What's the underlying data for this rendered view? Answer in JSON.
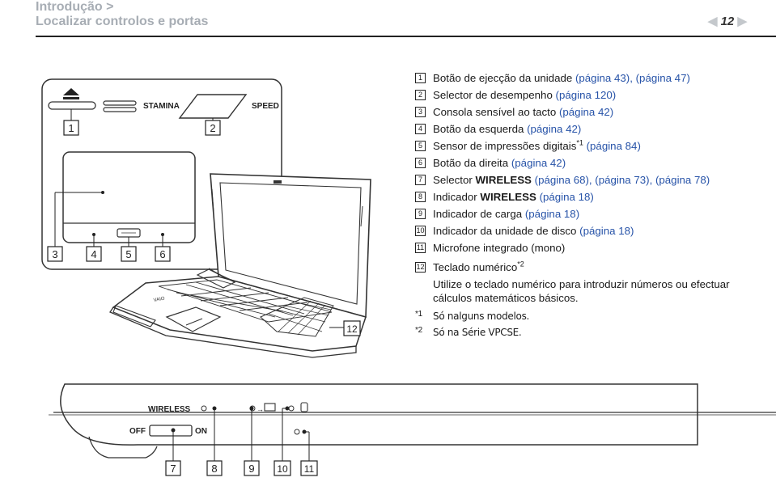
{
  "header": {
    "breadcrumb_parent": "Introdução >",
    "breadcrumb_current": "Localizar controlos e portas",
    "page_number": "12",
    "prev_arrow": "◀",
    "next_arrow": "▶"
  },
  "legend": [
    {
      "num": "1",
      "text": "Botão de ejecção da unidade",
      "links": "(página 43), (página 47)"
    },
    {
      "num": "2",
      "text": "Selector de desempenho",
      "links": "(página 120)"
    },
    {
      "num": "3",
      "text": "Consola sensível ao tacto",
      "links": "(página 42)"
    },
    {
      "num": "4",
      "text": "Botão da esquerda",
      "links": "(página 42)"
    },
    {
      "num": "5",
      "text": "Sensor de impressões digitais",
      "sup": "*1",
      "links": "(página 84)"
    },
    {
      "num": "6",
      "text": "Botão da direita",
      "links": "(página 42)"
    },
    {
      "num": "7",
      "text_pre": "Selector ",
      "text_bold": "WIRELESS",
      "links": "(página 68), (página 73), (página 78)"
    },
    {
      "num": "8",
      "text_pre": "Indicador ",
      "text_bold": "WIRELESS",
      "links": "(página 18)"
    },
    {
      "num": "9",
      "text": "Indicador de carga",
      "links": "(página 18)"
    },
    {
      "num": "10",
      "text": "Indicador da unidade de disco",
      "links": "(página 18)"
    },
    {
      "num": "11",
      "text": "Microfone integrado (mono)"
    },
    {
      "num": "12",
      "text": "Teclado numérico",
      "sup": "*2"
    }
  ],
  "note_12": "Utilize o teclado numérico para introduzir números ou efectuar cálculos matemáticos básicos.",
  "footnotes": [
    {
      "mark": "*1",
      "text": "Só nalguns modelos."
    },
    {
      "mark": "*2",
      "text": "Só na Série VPCSE."
    }
  ],
  "diagram": {
    "stamina_label": "STAMINA",
    "speed_label": "SPEED",
    "wireless_label": "WIRELESS",
    "off_label": "OFF",
    "on_label": "ON",
    "eject_icon": "eject-icon",
    "callouts_top": [
      "1",
      "2"
    ],
    "callouts_touchpad": [
      "3",
      "4",
      "5",
      "6"
    ],
    "callout_keypad": "12",
    "callouts_side": [
      "7",
      "8",
      "9",
      "10",
      "11"
    ]
  }
}
